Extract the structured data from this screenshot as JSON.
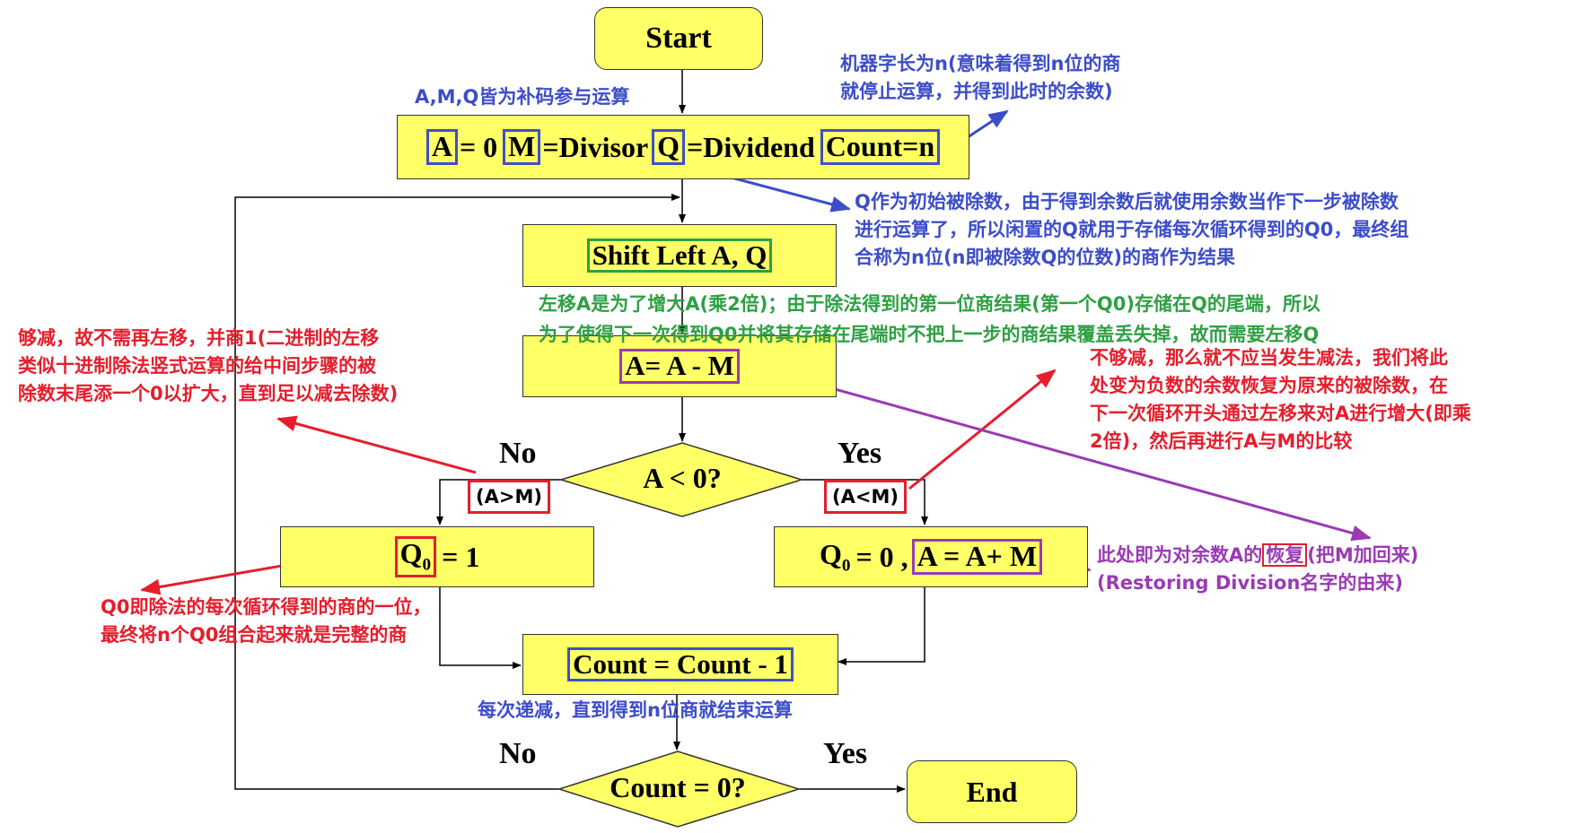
{
  "nodes": {
    "start": "Start",
    "init": {
      "a": "A",
      "a_rest": "= 0",
      "m": "M",
      "m_rest": "=Divisor",
      "q": "Q",
      "q_rest": "=Dividend",
      "count": "Count=n"
    },
    "shift": "Shift Left A, Q",
    "subtract": "A= A - M",
    "decision1": "A < 0?",
    "q0_one": {
      "q": "Q",
      "sub": "0",
      "rest": "= 1"
    },
    "q0_zero": {
      "q": "Q",
      "sub": "0",
      "rest": "= 0 ,",
      "restore": "A = A+ M"
    },
    "decrement": "Count = Count - 1",
    "decision2": "Count = 0?",
    "end": "End"
  },
  "branch_labels": {
    "no1": "No",
    "yes1": "Yes",
    "cond_no": "(A>M)",
    "cond_yes": "(A<M)",
    "no2": "No",
    "yes2": "Yes"
  },
  "annotations": {
    "complement": "A,M,Q皆为补码参与运算",
    "wordlen_1": "机器字长为n(意味着得到n位的商",
    "wordlen_2": "就停止运算，并得到此时的余数)",
    "q_role_1": "Q作为初始被除数，由于得到余数后就使用余数当作下一步被除数",
    "q_role_2": "进行运算了，所以闲置的Q就用于存储每次循环得到的Q0，最终组",
    "q_role_3": "合称为n位(n即被除数Q的位数)的商作为结果",
    "shift_1": "左移A是为了增大A(乘2倍)；由于除法得到的第一位商结果(第一个Q0)存储在Q的尾端，所以",
    "shift_2": "为了使得下一次得到Q0并将其存储在尾端时不把上一步的商结果覆盖丢失掉，故而需要左移Q",
    "enough_1": "够减，故不需再左移，并商1(二进制的左移",
    "enough_2": "类似十进制除法竖式运算的给中间步骤的被",
    "enough_3": "除数末尾添一个0以扩大，直到足以减去除数)",
    "notenough_1": "不够减，那么就不应当发生减法，我们将此",
    "notenough_2": "处变为负数的余数恢复为原来的被除数，在",
    "notenough_3": "下一次循环开头通过左移来对A进行增大(即乘",
    "notenough_4": "2倍)，然后再进行A与M的比较",
    "restore_pre": "此处即为对余数A的",
    "restore_word": "恢复",
    "restore_post": "(把M加回来)",
    "restore_2": "(Restoring Division名字的由来)",
    "q0_1": "Q0即除法的每次循环得到的商的一位，",
    "q0_2": "最终将n个Q0组合起来就是完整的商",
    "decrement_note": "每次递减，直到得到n位商就结束运算"
  },
  "colors": {
    "box_fill": "#ffff66",
    "blue": "#3c4dc9",
    "green": "#2ea043",
    "red": "#e61d2c",
    "purple": "#9a3ab5"
  }
}
